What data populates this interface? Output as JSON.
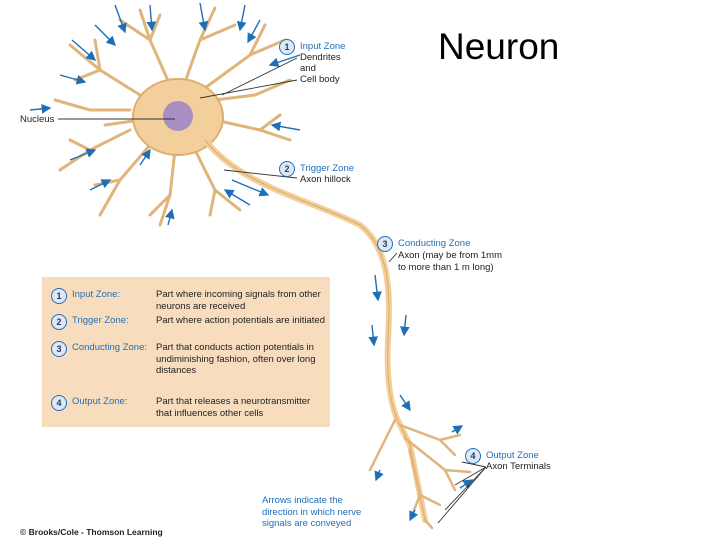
{
  "title": "Neuron",
  "labels": {
    "nucleus": "Nucleus",
    "zone1": {
      "number": "1",
      "title": "Input Zone",
      "lines": [
        "Dendrites",
        "and",
        "Cell body"
      ]
    },
    "zone2": {
      "number": "2",
      "title": "Trigger Zone",
      "lines": [
        "Axon hillock"
      ]
    },
    "zone3": {
      "number": "3",
      "title": "Conducting Zone",
      "lines": [
        "Axon (may be from 1mm",
        "to more than 1 m long)"
      ]
    },
    "zone4": {
      "number": "4",
      "title": "Output Zone",
      "lines": [
        "Axon Terminals"
      ]
    }
  },
  "legend": [
    {
      "number": "1",
      "name": "Input Zone:",
      "desc": "Part where incoming signals from other neurons are received"
    },
    {
      "number": "2",
      "name": "Trigger Zone:",
      "desc": "Part where action potentials are initiated"
    },
    {
      "number": "3",
      "name": "Conducting Zone:",
      "desc": "Part that conducts action potentials in undiminishing fashion, often over long distances"
    },
    {
      "number": "4",
      "name": "Output Zone:",
      "desc": "Part that releases a neurotransmitter that influences other cells"
    }
  ],
  "arrow_note": "Arrows indicate the direction in which nerve signals are conveyed",
  "credit": "© Brooks/Cole - Thomson Learning",
  "colors": {
    "neuron_fill": "#f3cf9b",
    "neuron_stroke": "#c99d5e",
    "nucleus": "#a98ec4",
    "arrow_blue": "#1f6fb8",
    "legend_bg": "#f8dcbe"
  }
}
